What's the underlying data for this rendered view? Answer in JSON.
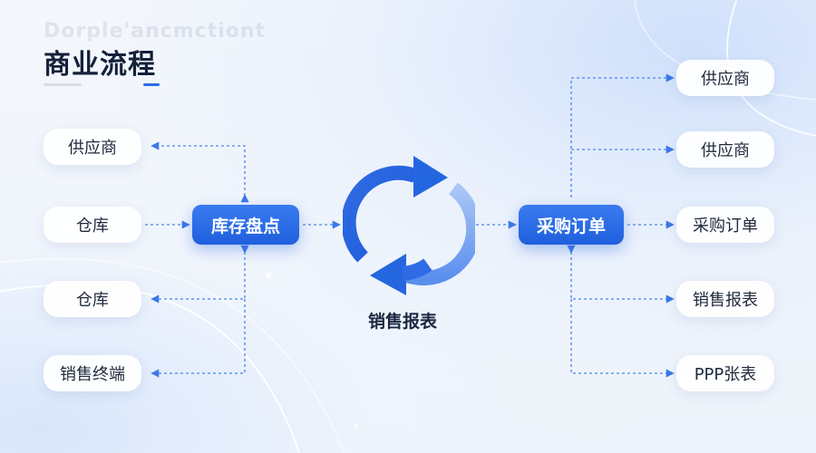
{
  "watermark": "Dorple'ancmctiont",
  "title": "商业流程",
  "colors": {
    "accent": "#2f6be4",
    "hub": "#1f5fdd",
    "arrow": "#3b78e7"
  },
  "left_nodes": [
    {
      "label": "供应商"
    },
    {
      "label": "仓库"
    },
    {
      "label": "仓库"
    },
    {
      "label": "销售终端"
    }
  ],
  "hubs": {
    "inventory": "库存盘点",
    "purchase": "采购订单"
  },
  "center": {
    "label": "销售报表",
    "icon": "refresh-cycle-icon"
  },
  "right_nodes": [
    {
      "label": "供应商"
    },
    {
      "label": "供应商"
    },
    {
      "label": "采购订单"
    },
    {
      "label": "销售报表"
    },
    {
      "label": "PPP张表"
    }
  ]
}
